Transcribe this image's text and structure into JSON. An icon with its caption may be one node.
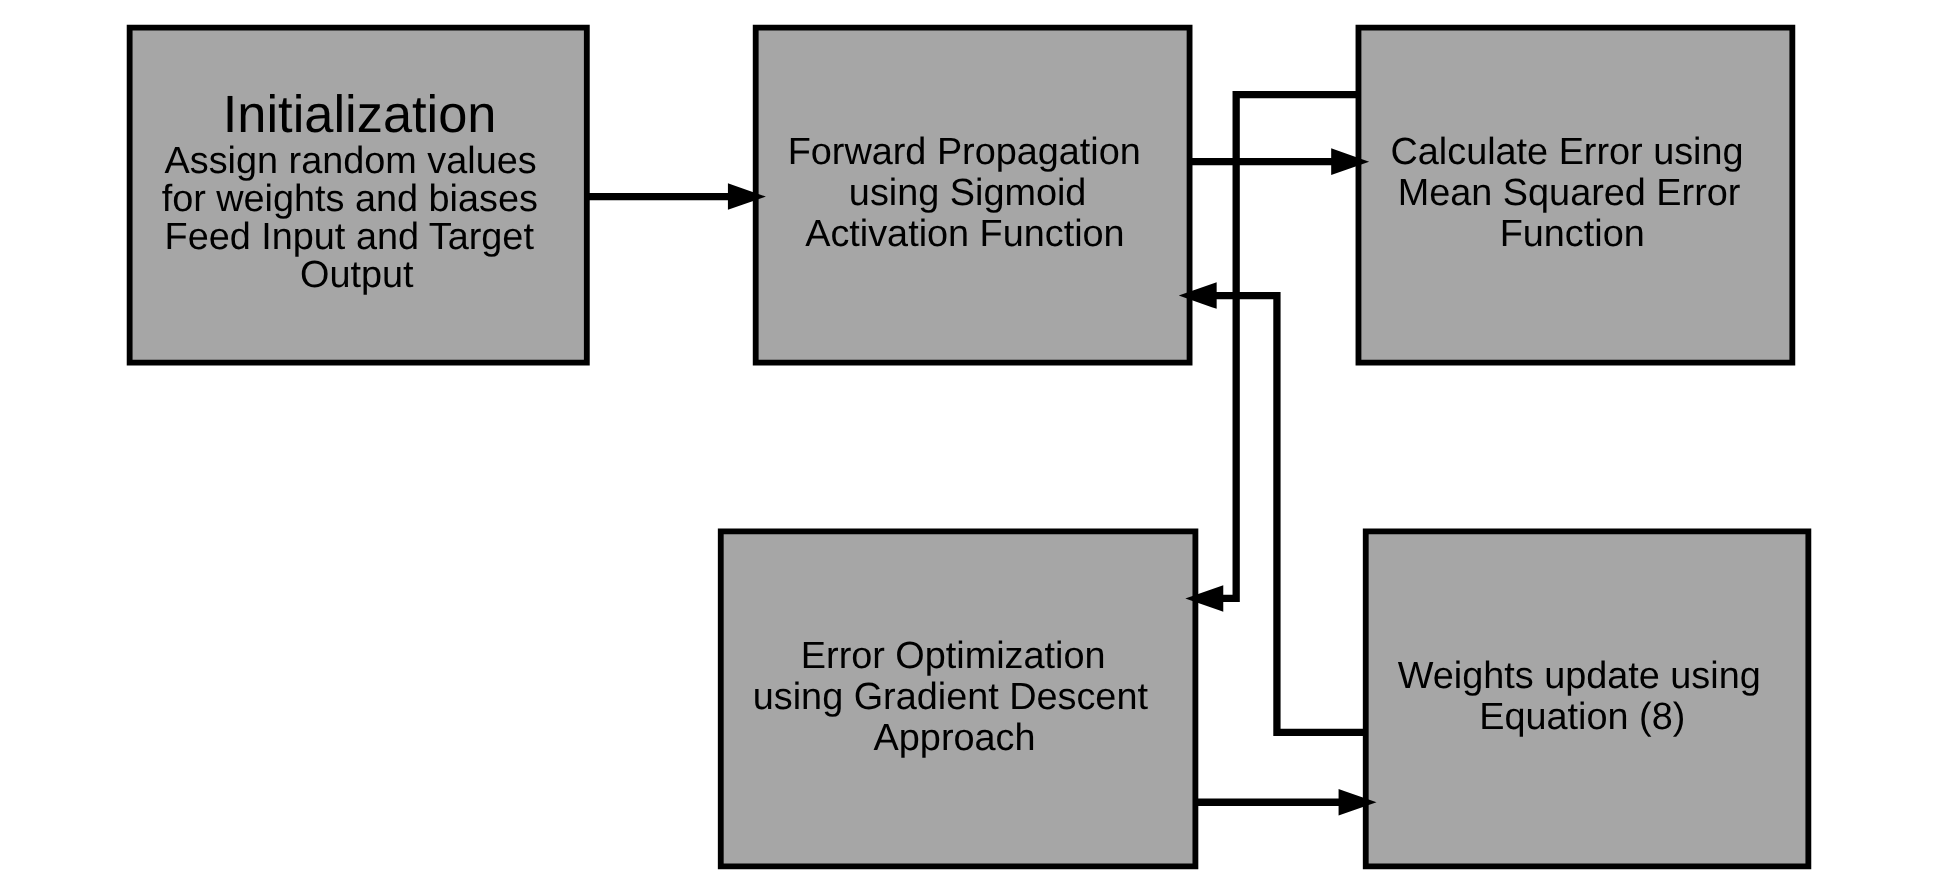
{
  "diagram": {
    "nodes": [
      {
        "text": [
          "Initialization",
          "Assign random values for weights and biases Feed Input and Target Output"
        ]
      },
      {
        "text": [
          "Forward Propagation using Sigmoid Activation Function"
        ]
      },
      {
        "text": [
          "Calculate Error using Mean Squared Error Function"
        ]
      },
      {
        "text": [
          "Weights update using Equation (8)"
        ]
      },
      {
        "text": [
          "Error Optimization using Gradient Descent Approach"
        ]
      }
    ],
    "edges": [
      {
        "from": 0,
        "to": 1,
        "arrow": "to"
      },
      {
        "from": 1,
        "to": 2,
        "arrow": "to"
      },
      {
        "from": 2,
        "to": 4,
        "arrow": "to"
      },
      {
        "from": 4,
        "to": 3,
        "arrow": "to"
      },
      {
        "from": 3,
        "to": 1,
        "arrow": "to"
      }
    ]
  }
}
